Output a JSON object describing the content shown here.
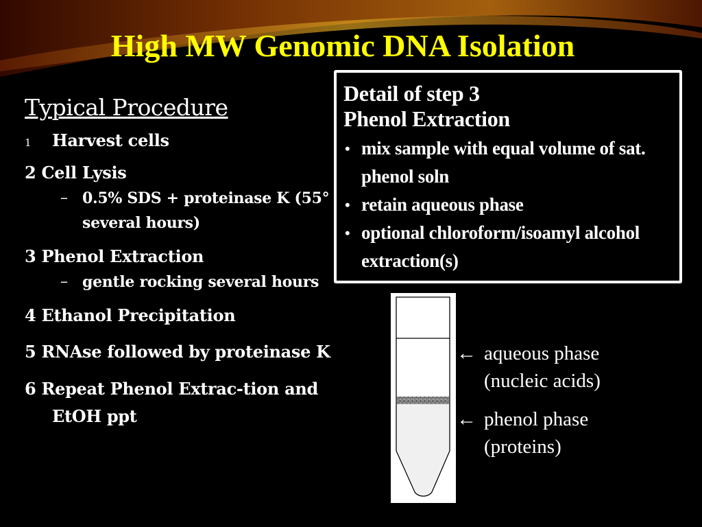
{
  "title": "High MW Genomic DNA Isolation",
  "procedure": {
    "heading": "Typical Procedure",
    "step1_num": "1",
    "step1_text": "Harvest cells",
    "step2": "2 Cell Lysis",
    "step2_sub": "0.5% SDS + proteinase K (55° several hours)",
    "step3": "3 Phenol Extraction",
    "step3_sub": "gentle rocking several hours",
    "step4": "4 Ethanol Precipitation",
    "step5": "5 RNAse followed by proteinase K",
    "step6": "6 Repeat Phenol Extrac-tion and EtOH ppt",
    "dash": "–"
  },
  "detail_box": {
    "line1": "Detail of step 3",
    "line2": "Phenol Extraction",
    "bullet_glyph": "•",
    "bullets": [
      "mix sample with equal volume of sat. phenol soln",
      "retain aqueous phase",
      "optional chloroform/isoamyl alcohol extraction(s)"
    ]
  },
  "diagram": {
    "arrow_glyph": "←",
    "aqueous_label": "aqueous phase",
    "aqueous_sub": "(nucleic acids)",
    "phenol_label": "phenol phase",
    "phenol_sub": "(proteins)"
  },
  "colors": {
    "background": "#000000",
    "title": "#ffff00",
    "swoosh_dark": "#5a1a02",
    "swoosh_mid": "#a24a05",
    "swoosh_light": "#d8a020"
  }
}
